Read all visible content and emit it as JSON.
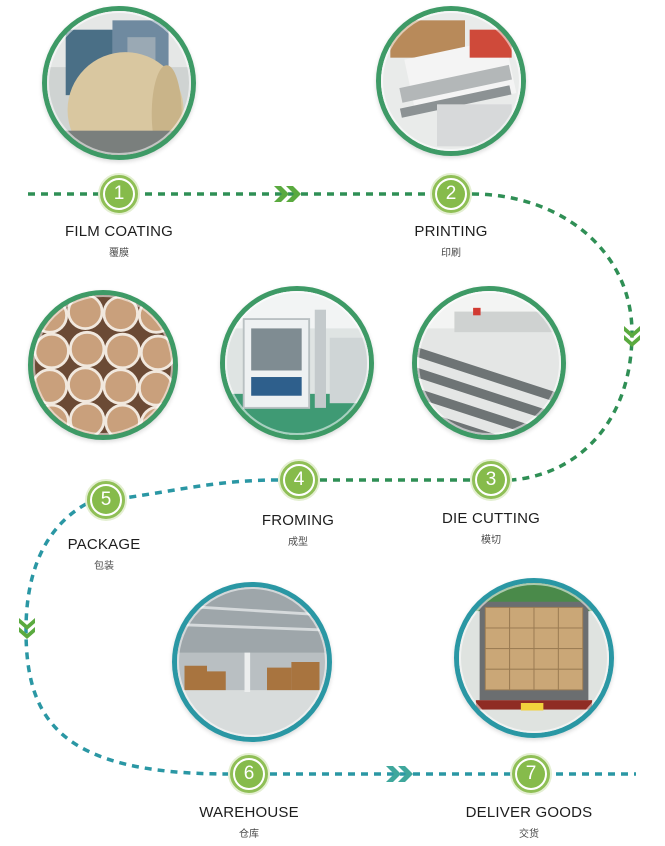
{
  "colors": {
    "green": "#2f8f55",
    "teal": "#2a97a4",
    "badge_green": "#86bb4b"
  },
  "steps": [
    {
      "number": "1",
      "title": "FILM COATING",
      "subtitle": "覆膜",
      "icon": "film-coating-machine-photo"
    },
    {
      "number": "2",
      "title": "PRINTING",
      "subtitle": "印刷",
      "icon": "printing-machine-photo"
    },
    {
      "number": "3",
      "title": "DIE CUTTING",
      "subtitle": "模切",
      "icon": "die-cutting-machine-photo"
    },
    {
      "number": "4",
      "title": "FROMING",
      "subtitle": "成型",
      "icon": "forming-machine-photo"
    },
    {
      "number": "5",
      "title": "PACKAGE",
      "subtitle": "包装",
      "icon": "packaged-cups-photo"
    },
    {
      "number": "6",
      "title": "WAREHOUSE",
      "subtitle": "仓库",
      "icon": "warehouse-photo"
    },
    {
      "number": "7",
      "title": "DELIVER GOODS",
      "subtitle": "交货",
      "icon": "truck-loading-photo"
    }
  ]
}
